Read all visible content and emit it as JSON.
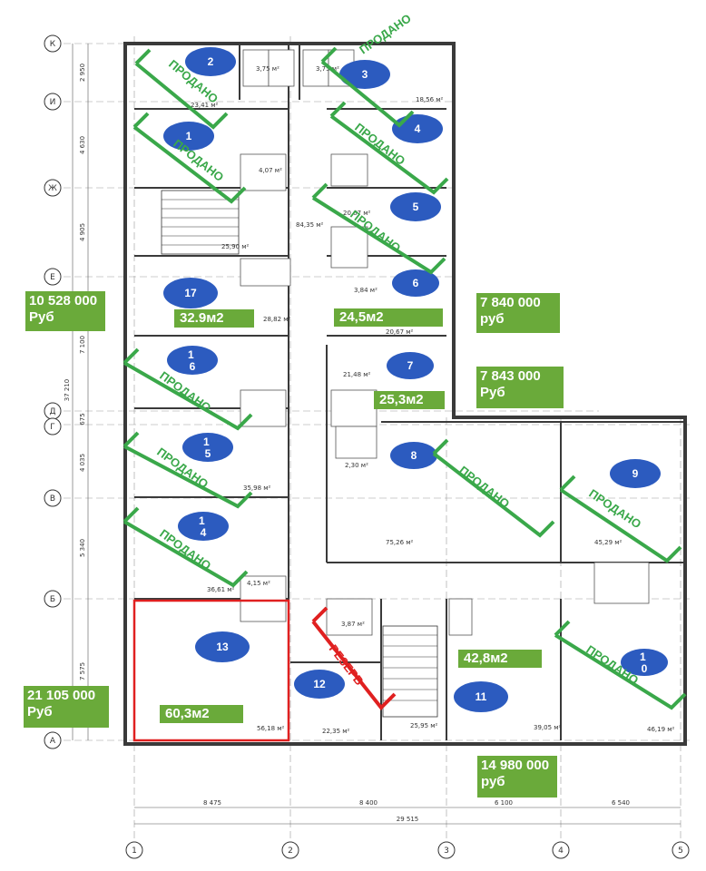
{
  "axes": {
    "rows": [
      "К",
      "И",
      "Ж",
      "Е",
      "Д",
      "Г",
      "В",
      "Б",
      "А"
    ],
    "cols": [
      "1",
      "2",
      "3",
      "4",
      "5"
    ],
    "row_dims": [
      "2 950",
      "4 630",
      "4 905",
      "7 100",
      "675",
      "4 035",
      "5 340",
      "7 575"
    ],
    "total_height": "37 210",
    "col_dims": [
      "8 475",
      "8 400",
      "6 100",
      "6 540"
    ],
    "total_width": "29 515"
  },
  "prices": {
    "p1": [
      "10 528 000",
      "Руб"
    ],
    "p2": [
      "7 840 000",
      "руб"
    ],
    "p3": [
      "7 843 000",
      "Руб"
    ],
    "p4": [
      "21 105 000",
      "Руб"
    ],
    "p5": [
      "14 980 000",
      "руб"
    ]
  },
  "areas": {
    "u17": "32.9м2",
    "u6": "24,5м2",
    "u7": "25,3м2",
    "u11": "42,8м2",
    "u13": "60,3м2"
  },
  "units": {
    "u2": "2",
    "u3": "3",
    "u1": "1",
    "u4": "4",
    "u5": "5",
    "u17": "17",
    "u6": "6",
    "u16": "1\n6",
    "u7": "7",
    "u15": "1\n5",
    "u8": "8",
    "u9": "9",
    "u14": "1\n4",
    "u13": "13",
    "u12": "12",
    "u11": "11",
    "u10": "1\n0"
  },
  "labels": {
    "sold": "ПРОДАНО",
    "reserve": "РЕЗЕРВ"
  },
  "room_areas": [
    "23,41 м²",
    "3,75 м²",
    "3,75 м²",
    "18,56 м²",
    "4,07 м²",
    "25,90 м²",
    "84,35 м²",
    "20,67 м²",
    "28,82 м²",
    "20,67 м²",
    "3,84 м²",
    "21,48 м²",
    "2,30 м²",
    "75,26 м²",
    "45,29 м²",
    "35,98 м²",
    "36,61 м²",
    "4,15 м²",
    "56,18 м²",
    "22,35 м²",
    "25,95 м²",
    "39,05 м²",
    "46,19 м²",
    "3,87 м²"
  ],
  "colors": {
    "sold": "#3aa84a",
    "reserve": "#e02020",
    "price_bg": "#6aaa3a",
    "unit_marker": "#2c5bbf",
    "wall": "#3a3a3a"
  }
}
